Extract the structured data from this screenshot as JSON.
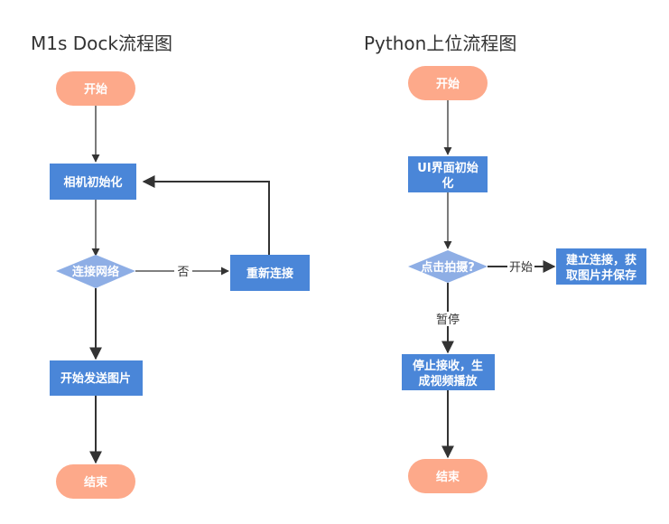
{
  "colors": {
    "terminal": "#fda98a",
    "process": "#4a86d8",
    "decision": "#8eaee5",
    "line": "#333333",
    "title": "#333333"
  },
  "left": {
    "title": "M1s Dock流程图",
    "nodes": {
      "start": "开始",
      "camera_init": "相机初始化",
      "connect_network": "连接网络",
      "reconnect": "重新连接",
      "start_send": "开始发送图片",
      "end": "结束"
    },
    "edges": {
      "no": "否"
    }
  },
  "right": {
    "title": "Python上位流程图",
    "nodes": {
      "start": "开始",
      "ui_init_1": "UI界面初始",
      "ui_init_2": "化",
      "capture_q": "点击拍摄?",
      "connect_1": "建立连接，获",
      "connect_2": "取图片并保存",
      "stop_1": "停止接收，生",
      "stop_2": "成视频播放",
      "end": "结束"
    },
    "edges": {
      "start": "开始",
      "pause": "暂停"
    }
  }
}
